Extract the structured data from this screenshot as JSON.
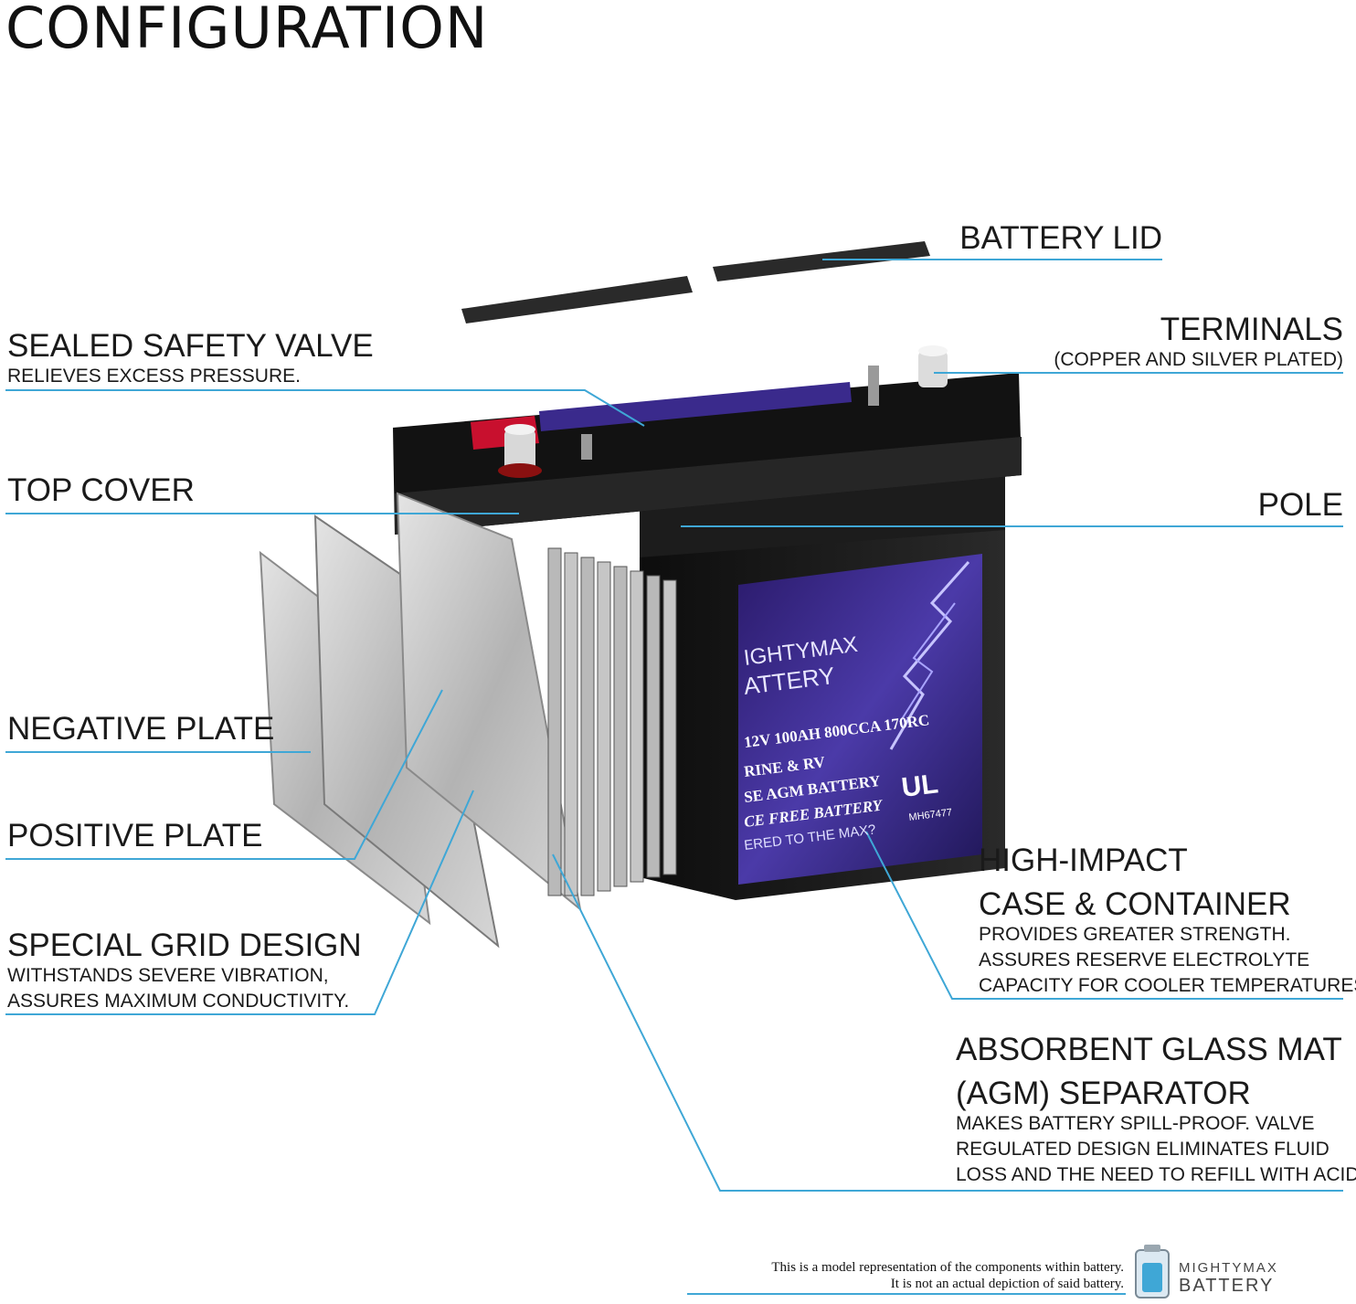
{
  "title": "CONFIGURATION",
  "labels": {
    "battery_lid": "BATTERY LID",
    "terminals": {
      "title": "TERMINALS",
      "sub": "(COPPER AND SILVER PLATED)"
    },
    "safety_valve": {
      "title": "SEALED SAFETY VALVE",
      "sub": "RELIEVES EXCESS PRESSURE."
    },
    "top_cover": "TOP COVER",
    "pole": "POLE",
    "negative_plate": "NEGATIVE PLATE",
    "positive_plate": "POSITIVE PLATE",
    "grid_design": {
      "title": "SPECIAL GRID DESIGN",
      "sub1": "WITHSTANDS SEVERE VIBRATION,",
      "sub2": "ASSURES MAXIMUM CONDUCTIVITY."
    },
    "case": {
      "title1": "HIGH-IMPACT",
      "title2": "CASE & CONTAINER",
      "sub1": "PROVIDES GREATER STRENGTH.",
      "sub2": "ASSURES RESERVE ELECTROLYTE",
      "sub3": "CAPACITY FOR COOLER TEMPERATURES."
    },
    "agm": {
      "title1": "ABSORBENT GLASS MAT",
      "title2": "(AGM) SEPARATOR",
      "sub1": "MAKES BATTERY SPILL-PROOF. VALVE",
      "sub2": "REGULATED DESIGN ELIMINATES FLUID",
      "sub3": "LOSS AND THE NEED TO REFILL WITH ACID."
    }
  },
  "battery_label": {
    "brand1": "IGHTYMAX",
    "brand2": "ATTERY",
    "spec": "12V  100AH  800CCA  170RC",
    "line2": "RINE & RV",
    "line3": "SE AGM BATTERY",
    "line4": "CE FREE BATTERY",
    "line5": "ERED TO THE MAX?",
    "cert": "MH67477",
    "ul": "UL"
  },
  "footer": {
    "line1": "This is a model representation of the components within battery.",
    "line2": "It is not an actual depiction of said battery.",
    "brand_line1": "MIGHTYMAX",
    "brand_line2": "BATTERY"
  },
  "colors": {
    "leader_line": "#3fa7d6",
    "label_purple": "#3a2a8c",
    "case": "#151515",
    "plate": "#bfbfbf"
  }
}
